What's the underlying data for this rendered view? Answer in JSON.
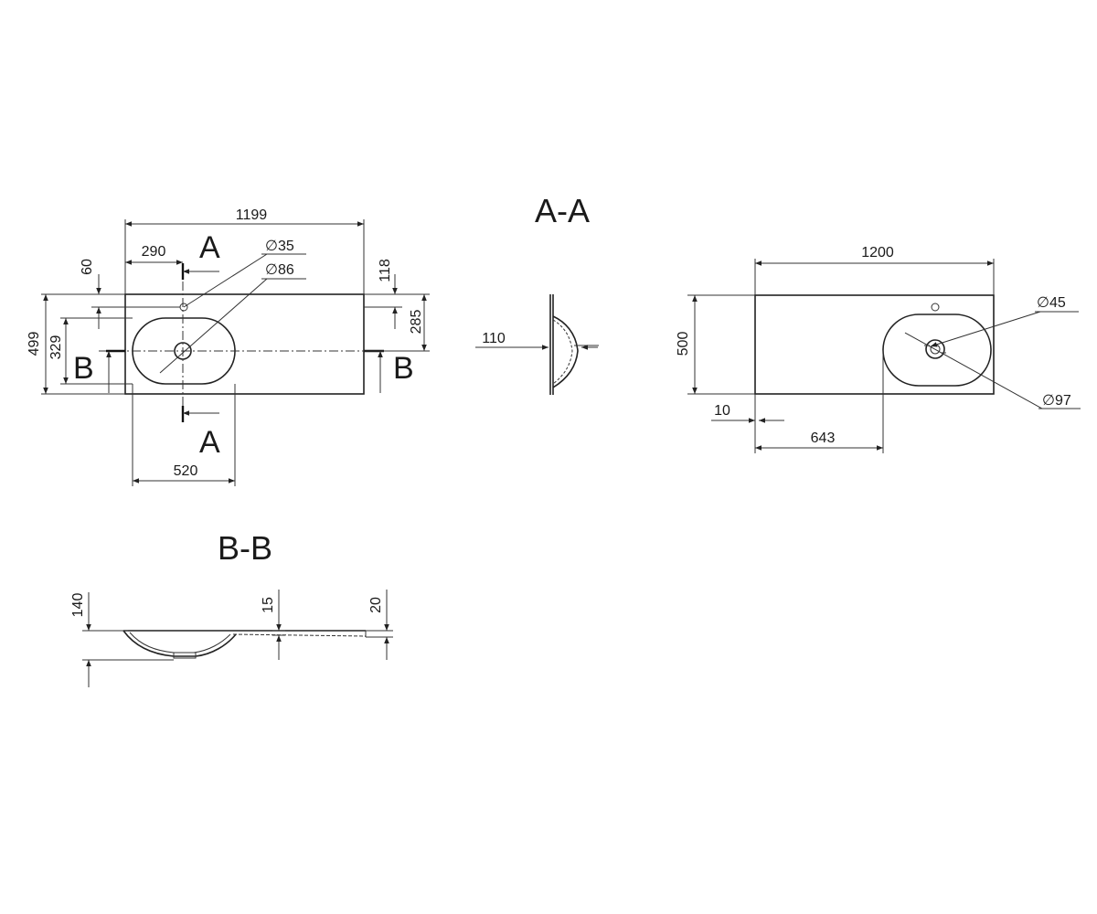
{
  "top_view": {
    "width": "1199",
    "left_offset": "290",
    "tap_offset": "60",
    "right_offset": "118",
    "right_depth": "285",
    "total_depth": "499",
    "bowl_depth": "329",
    "bowl_width": "520",
    "tap_hole": "35",
    "drain_hole": "86",
    "section_a": "A",
    "section_b": "B"
  },
  "section_aa": {
    "title": "A-A",
    "depth": "110"
  },
  "bottom_view": {
    "width": "1200",
    "depth": "500",
    "edge_offset": "10",
    "drain_offset": "643",
    "drain_inner": "45",
    "drain_outer": "97"
  },
  "section_bb": {
    "title": "B-B",
    "bowl_height": "140",
    "thickness": "15",
    "edge_thickness": "20"
  }
}
